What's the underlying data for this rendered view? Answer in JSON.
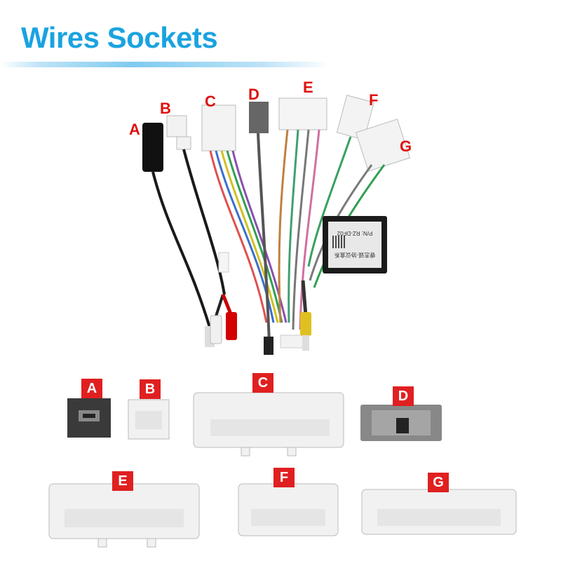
{
  "title": "Wires Sockets",
  "harness_labels": [
    "A",
    "B",
    "C",
    "D",
    "E",
    "F",
    "G"
  ],
  "socket_labels": [
    "A",
    "B",
    "C",
    "D",
    "E",
    "F",
    "G"
  ],
  "module": {
    "part_number": "P/N: RZ-DF02",
    "text_line": "睿志诚-协议盒系"
  },
  "colors": {
    "title": "#1aa3e0",
    "label": "#e01010",
    "badge": "#e02020"
  }
}
